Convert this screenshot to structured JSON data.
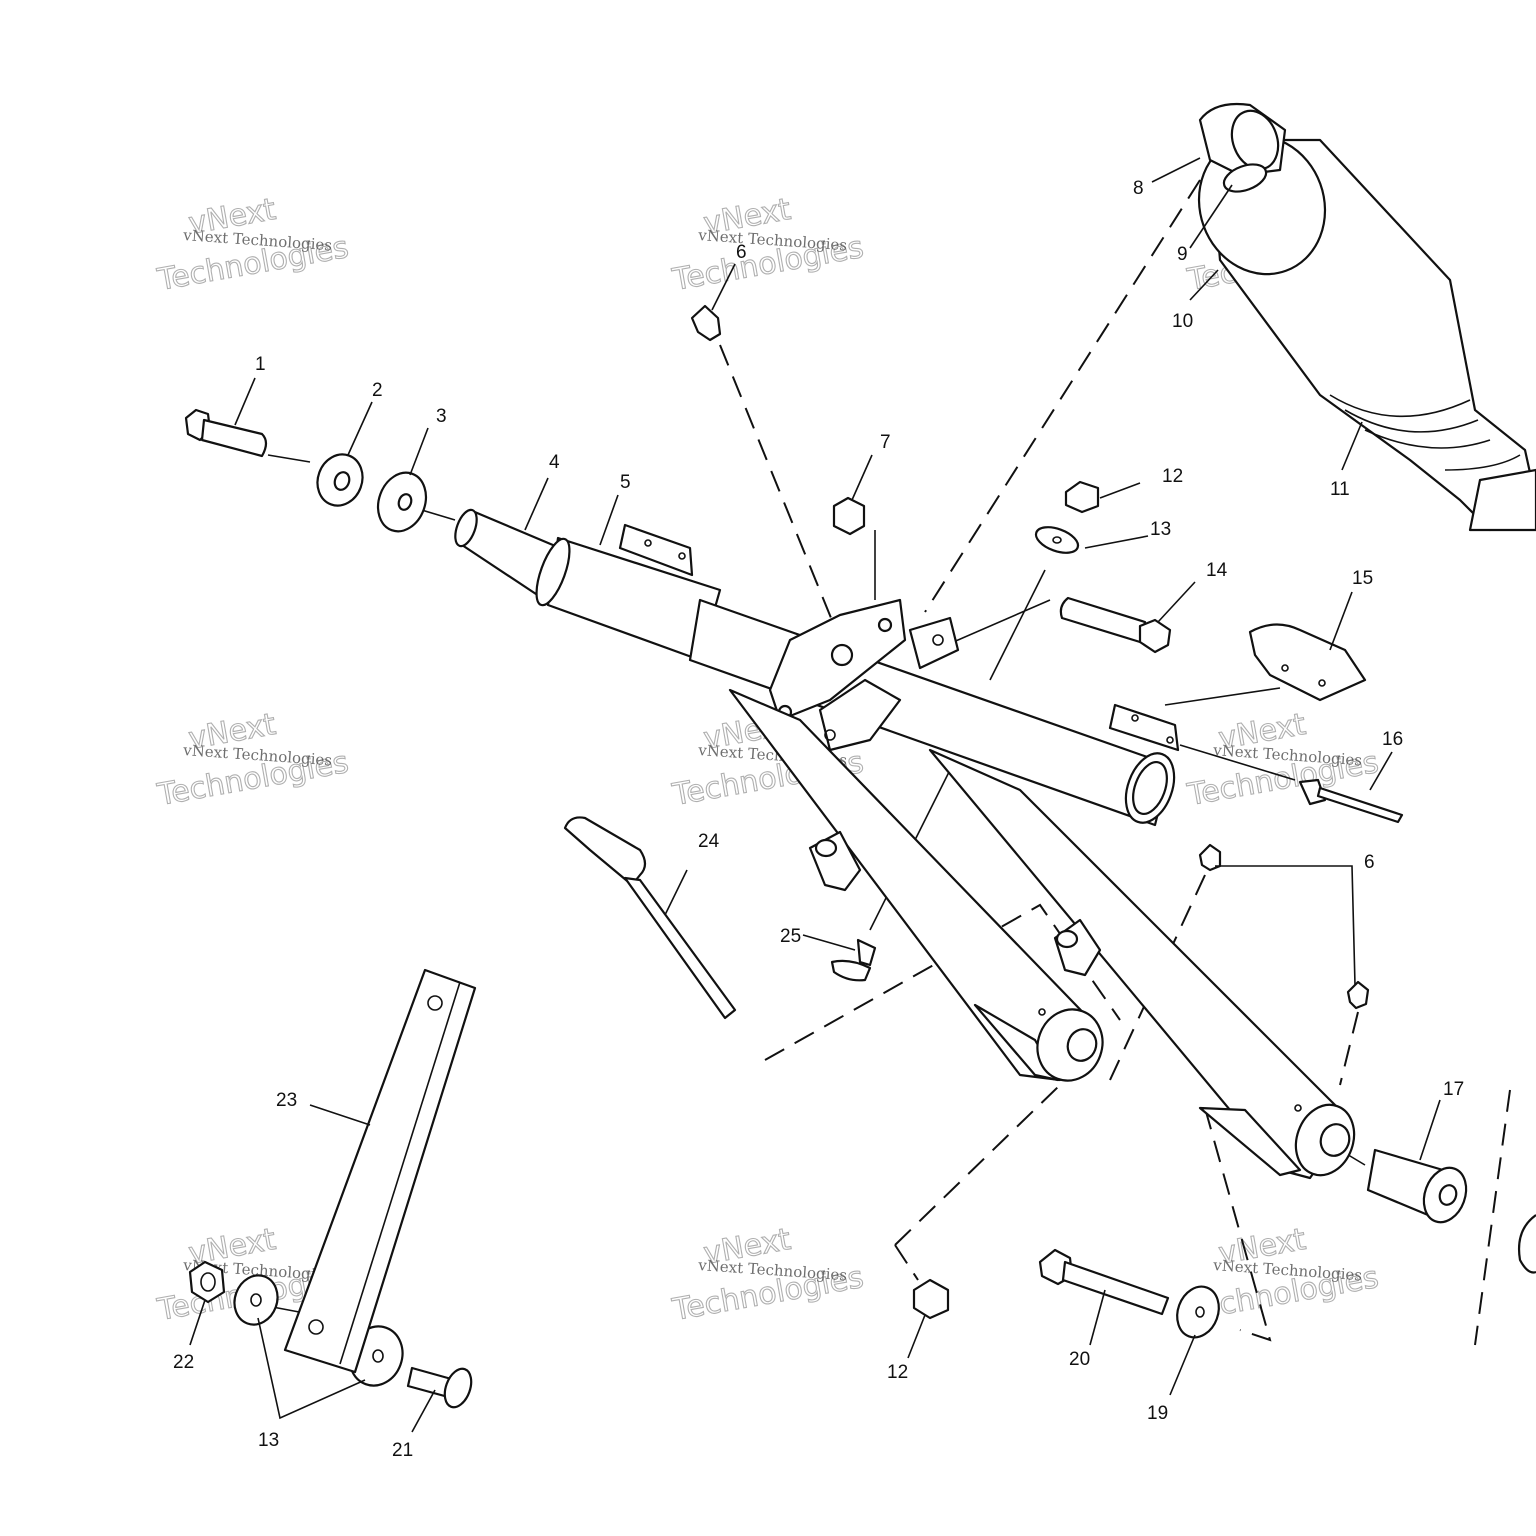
{
  "callouts": {
    "c1": "1",
    "c2": "2",
    "c3": "3",
    "c4": "4",
    "c5": "5",
    "c6a": "6",
    "c6b": "6",
    "c7": "7",
    "c8": "8",
    "c9": "9",
    "c10": "10",
    "c11": "11",
    "c12a": "12",
    "c12b": "12",
    "c13a": "13",
    "c13b": "13",
    "c14": "14",
    "c15": "15",
    "c16": "16",
    "c17": "17",
    "c19": "19",
    "c20": "20",
    "c21": "21",
    "c22": "22",
    "c23": "23",
    "c24": "24",
    "c25": "25"
  },
  "watermark": {
    "line_small": "vNext Technologies",
    "line_big_1": "vNext",
    "line_big_2": "Technologies"
  }
}
